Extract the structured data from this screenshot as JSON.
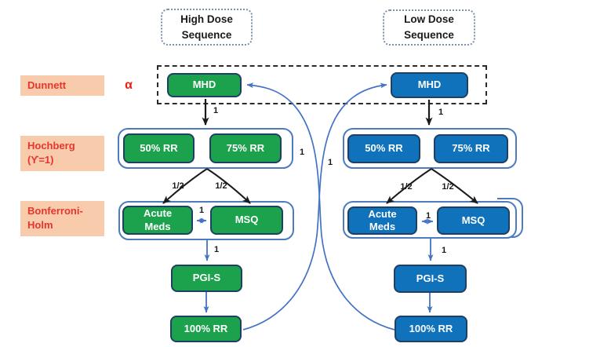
{
  "colors": {
    "high_dose_green": "#1CA24C",
    "low_dose_blue": "#0F72BB",
    "node_border_navy": "#1F3F63",
    "container_border_blue": "#4D7BC0",
    "connector_blue": "#4472C4",
    "arrow_black": "#1A1A1A",
    "method_label_bg_peach": "#F8CBAD",
    "method_label_text_red": "#E8352B"
  },
  "alpha": "α",
  "weights": {
    "one": "1",
    "half": "1/2"
  },
  "method_labels": [
    {
      "label": "Dunnett"
    },
    {
      "label": "Hochberg (ϒ=1)"
    },
    {
      "label": "Bonferroni-Holm"
    }
  ],
  "high_sequence": {
    "title": "High Dose Sequence",
    "nodes": {
      "mhd": "MHD",
      "rr50": "50% RR",
      "rr75": "75% RR",
      "acute_meds": "Acute Meds",
      "msq": "MSQ",
      "pgis": "PGI-S",
      "rr100": "100% RR"
    }
  },
  "low_sequence": {
    "title": "Low Dose Sequence",
    "nodes": {
      "mhd": "MHD",
      "rr50": "50% RR",
      "rr75": "75% RR",
      "acute_meds": "Acute Meds",
      "msq": "MSQ",
      "pgis": "PGI-S",
      "rr100": "100% RR"
    }
  }
}
